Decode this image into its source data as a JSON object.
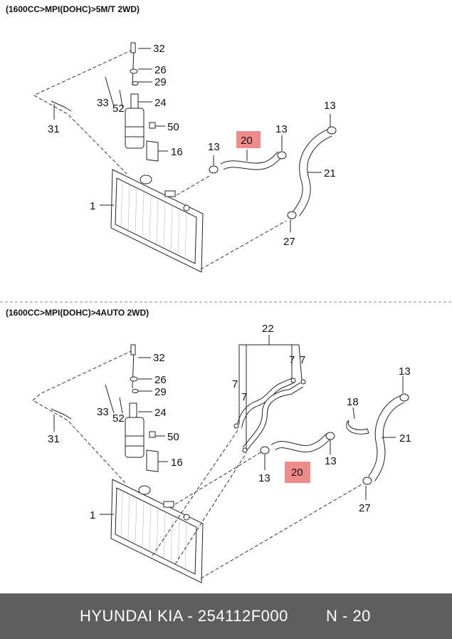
{
  "sections": [
    {
      "header": "(1600CC>MPI(DOHC)>5M/T 2WD)",
      "labels": [
        "32",
        "26",
        "29",
        "33",
        "52",
        "24",
        "31",
        "50",
        "16",
        "13",
        "20",
        "13",
        "13",
        "21",
        "1",
        "27"
      ],
      "highlight": "20"
    },
    {
      "header": "(1600CC>MPI(DOHC)>4AUTO 2WD)",
      "labels": [
        "22",
        "7",
        "7",
        "7",
        "7",
        "32",
        "26",
        "29",
        "33",
        "52",
        "24",
        "31",
        "50",
        "16",
        "13",
        "18",
        "21",
        "1",
        "13",
        "20",
        "13",
        "27"
      ],
      "highlight": "20"
    }
  ],
  "footer": {
    "brand": "HYUNDAI  KIA - 254112F000",
    "page": "N - 20"
  },
  "colors": {
    "highlight": "#f08b8b",
    "footer_bg": "#5e5e5e"
  }
}
